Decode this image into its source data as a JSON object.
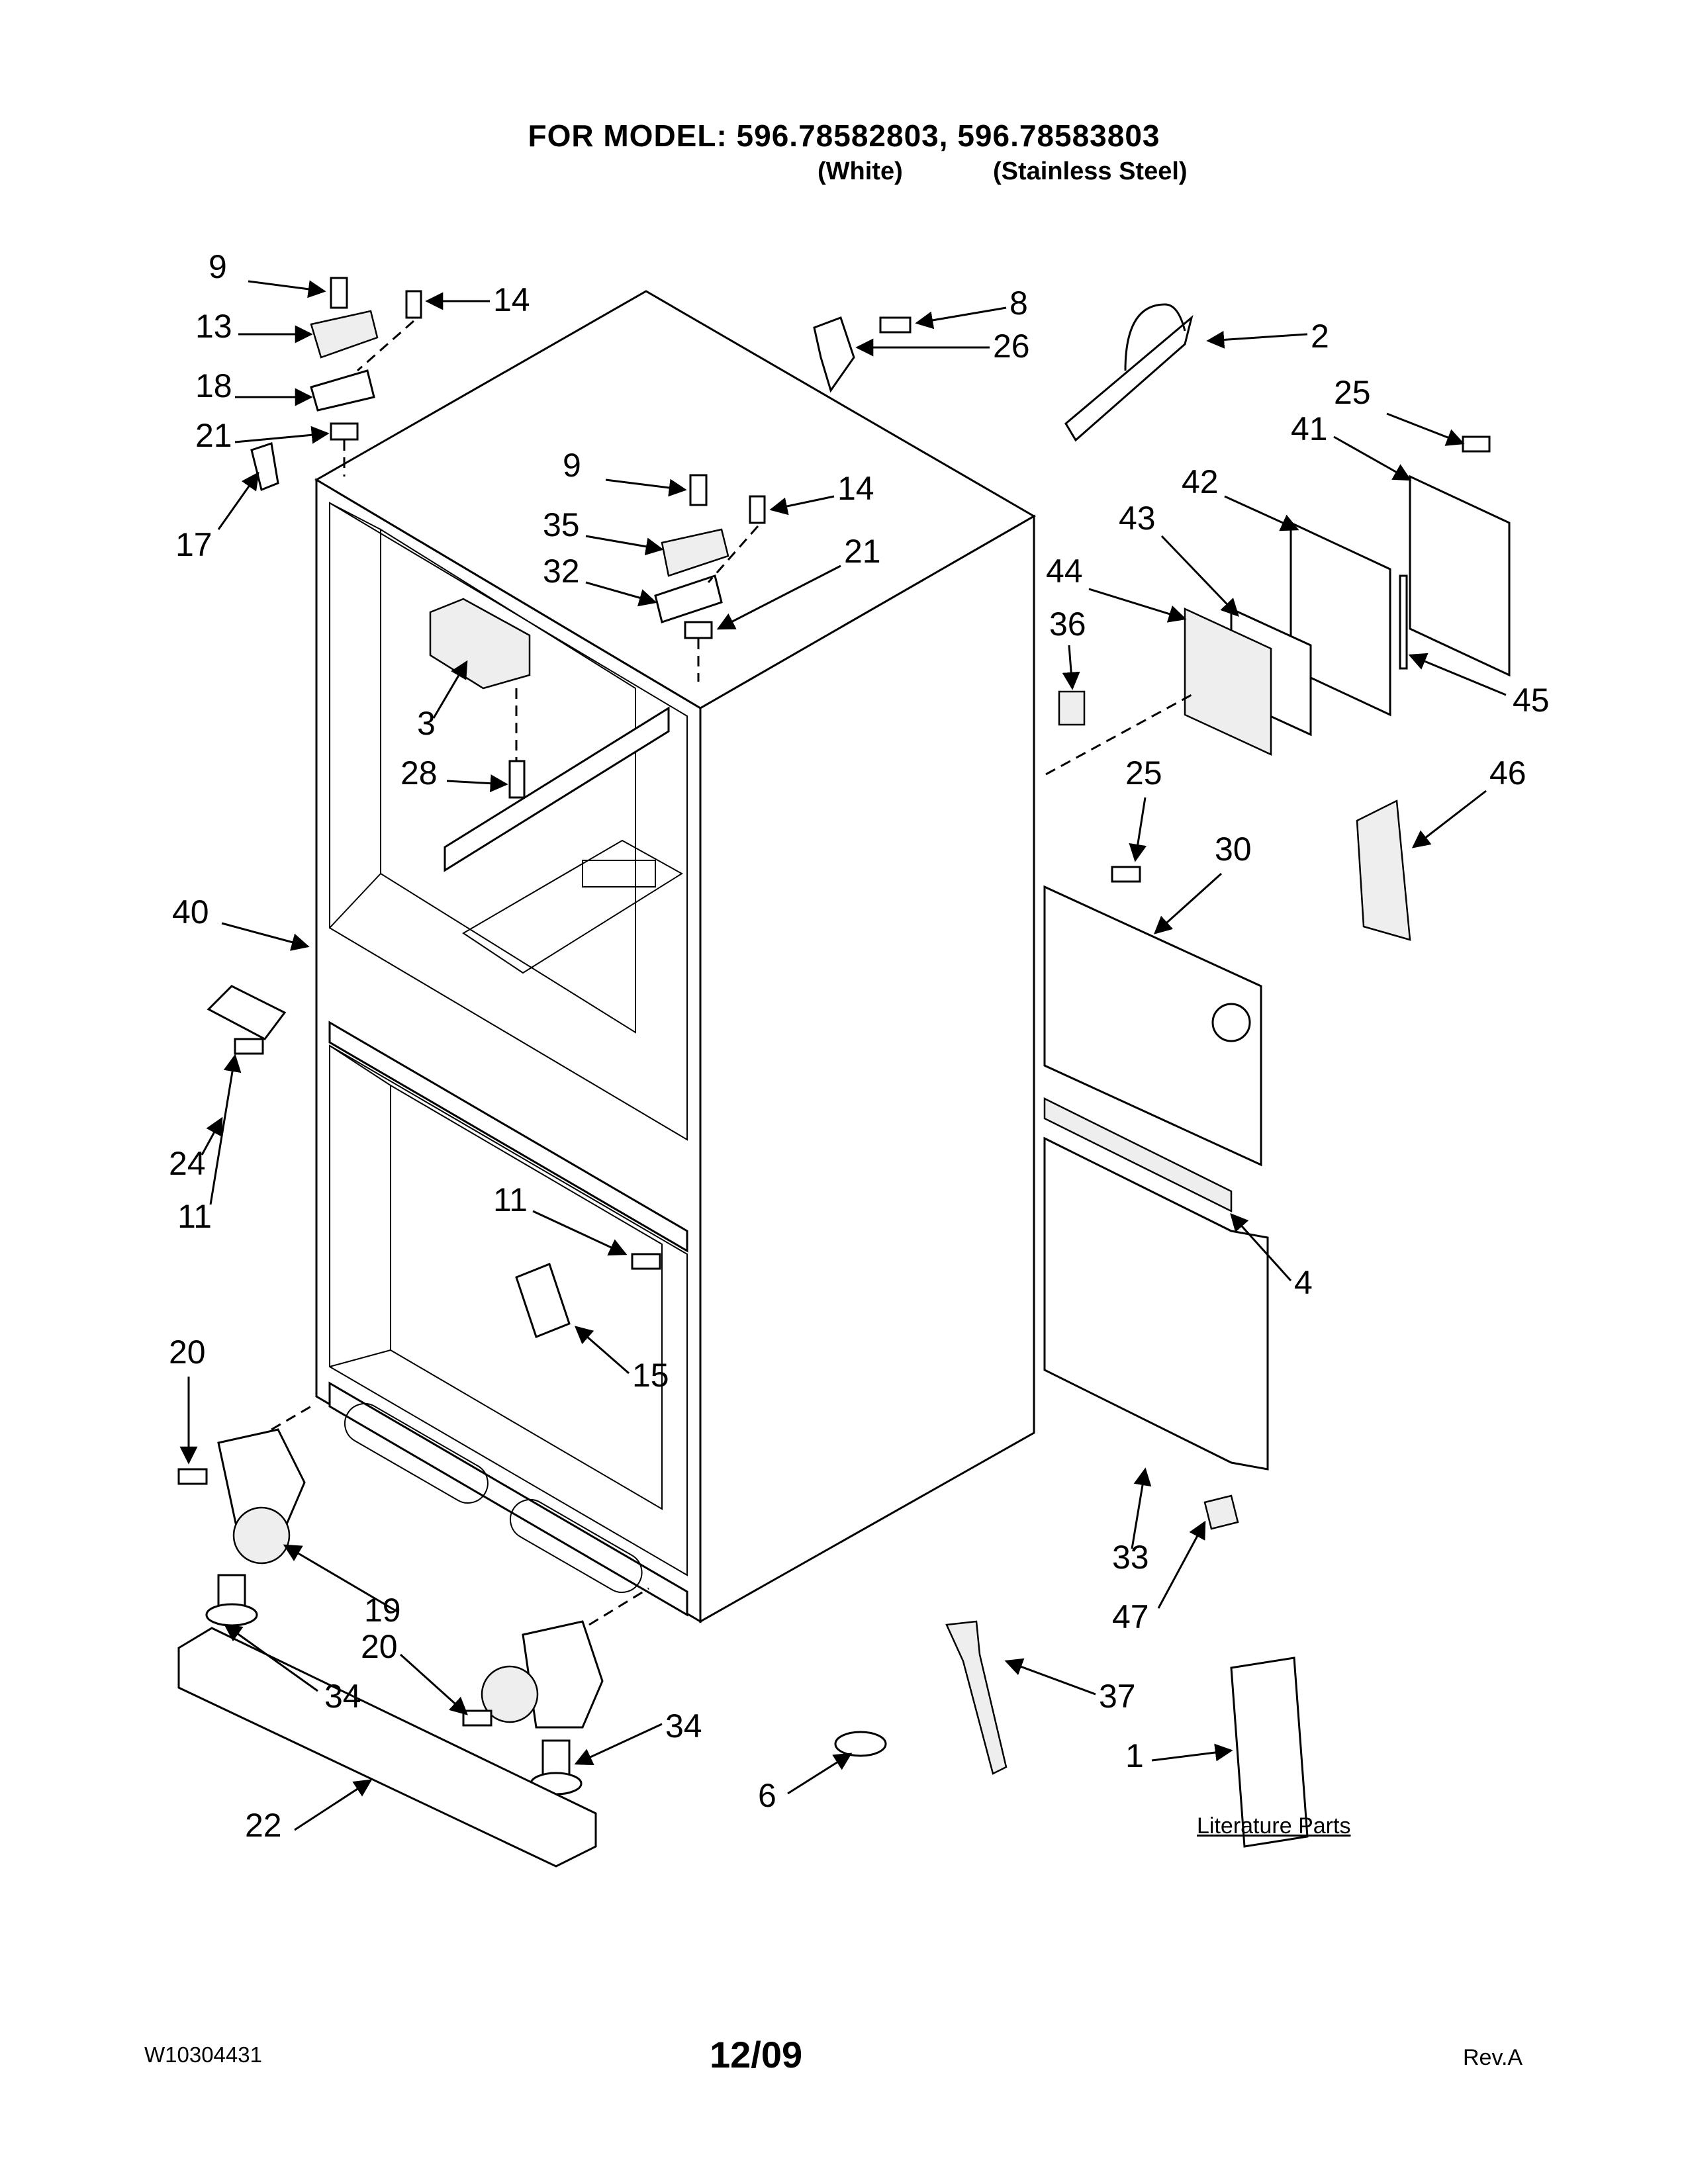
{
  "header": {
    "title": "FOR MODEL: 596.78582803, 596.78583803",
    "variant_white": "(White)",
    "variant_stainless": "(Stainless Steel)"
  },
  "footer": {
    "doc_number": "W10304431",
    "date": "12/09",
    "revision": "Rev.A"
  },
  "literature_label": "Literature Parts",
  "callouts": [
    {
      "id": "c9a",
      "label": "9"
    },
    {
      "id": "c14a",
      "label": "14"
    },
    {
      "id": "c13",
      "label": "13"
    },
    {
      "id": "c18",
      "label": "18"
    },
    {
      "id": "c21a",
      "label": "21"
    },
    {
      "id": "c17",
      "label": "17"
    },
    {
      "id": "c8",
      "label": "8"
    },
    {
      "id": "c26",
      "label": "26"
    },
    {
      "id": "c2",
      "label": "2"
    },
    {
      "id": "c25a",
      "label": "25"
    },
    {
      "id": "c41",
      "label": "41"
    },
    {
      "id": "c42",
      "label": "42"
    },
    {
      "id": "c43",
      "label": "43"
    },
    {
      "id": "c44",
      "label": "44"
    },
    {
      "id": "c36",
      "label": "36"
    },
    {
      "id": "c45",
      "label": "45"
    },
    {
      "id": "c9b",
      "label": "9"
    },
    {
      "id": "c14b",
      "label": "14"
    },
    {
      "id": "c35",
      "label": "35"
    },
    {
      "id": "c32",
      "label": "32"
    },
    {
      "id": "c21b",
      "label": "21"
    },
    {
      "id": "c3",
      "label": "3"
    },
    {
      "id": "c28",
      "label": "28"
    },
    {
      "id": "c40",
      "label": "40"
    },
    {
      "id": "c25b",
      "label": "25"
    },
    {
      "id": "c30",
      "label": "30"
    },
    {
      "id": "c46",
      "label": "46"
    },
    {
      "id": "c24",
      "label": "24"
    },
    {
      "id": "c11a",
      "label": "11"
    },
    {
      "id": "c11b",
      "label": "11"
    },
    {
      "id": "c4",
      "label": "4"
    },
    {
      "id": "c15",
      "label": "15"
    },
    {
      "id": "c20a",
      "label": "20"
    },
    {
      "id": "c33",
      "label": "33"
    },
    {
      "id": "c47",
      "label": "47"
    },
    {
      "id": "c19",
      "label": "19"
    },
    {
      "id": "c20b",
      "label": "20"
    },
    {
      "id": "c34a",
      "label": "34"
    },
    {
      "id": "c37",
      "label": "37"
    },
    {
      "id": "c34b",
      "label": "34"
    },
    {
      "id": "c1",
      "label": "1"
    },
    {
      "id": "c6",
      "label": "6"
    },
    {
      "id": "c22",
      "label": "22"
    }
  ]
}
